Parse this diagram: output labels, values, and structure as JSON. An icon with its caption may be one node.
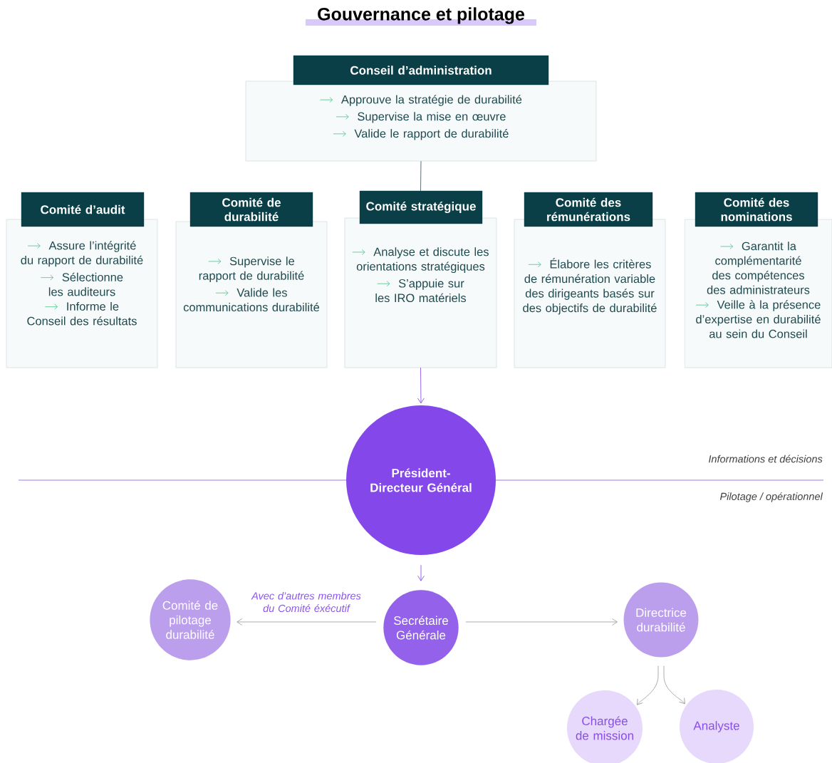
{
  "diagram": {
    "title": "Gouvernance et pilotage",
    "nodes": [
      {
        "text": [
          "Conseil d’administration",
          "Approuve la stratégie de durabilité",
          "Supervise la mise en œuvre",
          "Valide le rapport de durabilité"
        ]
      },
      {
        "text": [
          "Comité d’audit",
          "Assure l’intégrité du rapport de durabilité",
          "Sélectionne les auditeurs",
          "Informe le Conseil des résultats"
        ]
      },
      {
        "text": [
          "Comité de durabilité",
          "Supervise le rapport de durabilité",
          "Valide les communications durabilité"
        ]
      },
      {
        "text": [
          "Comité stratégique",
          "Analyse et discute les orientations stratégiques",
          "S’appuie sur les IRO matériels"
        ]
      },
      {
        "text": [
          "Comité des rémunérations",
          "Élabore les critères de rémunération variable des dirigeants basés sur des objectifs de durabilité"
        ]
      },
      {
        "text": [
          "Comité des nominations",
          "Garantit la complémentarité des compétences des administrateurs",
          "Veille à la présence d’expertise en durabilité au sein du Conseil"
        ]
      },
      {
        "text": [
          "Président-Directeur Général"
        ]
      },
      {
        "text": [
          "Comité de pilotage durabilité"
        ]
      },
      {
        "text": [
          "Secrétaire Générale"
        ]
      },
      {
        "text": [
          "Directrice durabilité"
        ]
      },
      {
        "text": [
          "Chargée de mission"
        ]
      },
      {
        "text": [
          "Analyste"
        ]
      }
    ],
    "edges": [
      {
        "from": 0,
        "to": 3,
        "arrow": "none",
        "color": "#4d5f63"
      },
      {
        "from": 3,
        "to": 6,
        "arrow": "to",
        "color": "#8b55ea"
      },
      {
        "from": 6,
        "to": 8,
        "arrow": "to",
        "color": "#8b55ea"
      },
      {
        "from": 8,
        "to": 7,
        "arrow": "to",
        "label": "Avec d’autres membres du Comité éxécutif"
      },
      {
        "from": 8,
        "to": 9,
        "arrow": "to"
      },
      {
        "from": 9,
        "to": 10,
        "arrow": "to"
      },
      {
        "from": 9,
        "to": 11,
        "arrow": "to"
      }
    ],
    "labels": [
      "Informations et décisions",
      "Pilotage / opérationnel"
    ]
  }
}
